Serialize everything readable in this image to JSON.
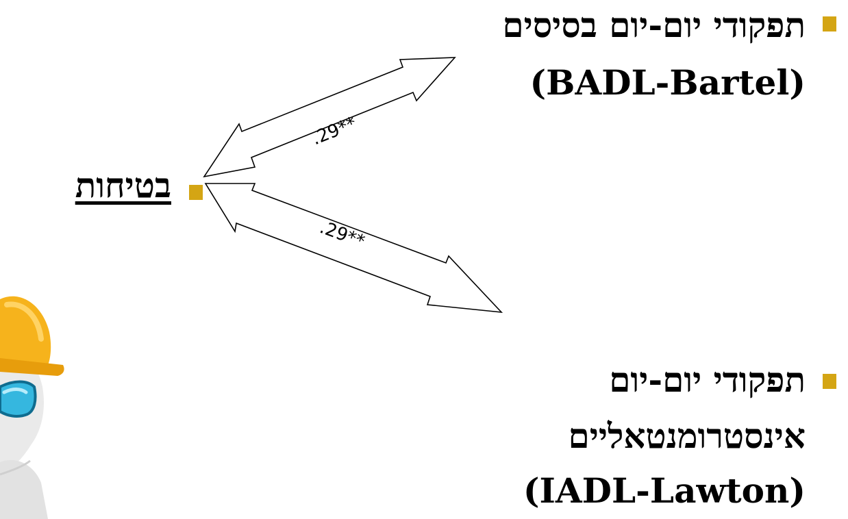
{
  "items": {
    "badl": {
      "line1": "תפקודי יום-יום בסיסים",
      "line2": "(BADL-Bartel)"
    },
    "safety": {
      "label": "בטיחות"
    },
    "iadl": {
      "line1": "תפקודי יום-יום",
      "line2": "אינסטרומנטאליים",
      "line3": "(IADL-Lawton)"
    }
  },
  "arrows": {
    "top_label": ".29**",
    "bottom_label": ".29**"
  },
  "colors": {
    "bullet": "#d4a514",
    "hardhat": "#f6b31c",
    "goggles": "#35b7df"
  },
  "icons": {
    "figure": "construction-worker-figure-icon"
  }
}
